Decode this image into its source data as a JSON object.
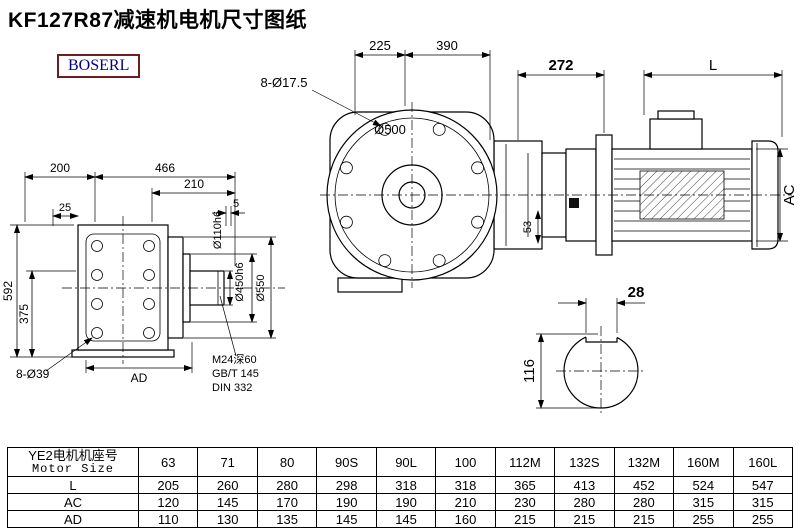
{
  "title": "KF127R87减速机电机尺寸图纸",
  "brand": "BOSERL",
  "drawing": {
    "left_view": {
      "dim_200": "200",
      "dim_466": "466",
      "dim_210": "210",
      "dim_5": "5",
      "dim_25": "25",
      "dim_592": "592",
      "dim_375": "375",
      "holes": "8-Ø39",
      "dim_ad": "AD",
      "shaft_dia": "Ø110h6",
      "spigot_dia": "Ø450h6",
      "flange_dia": "Ø550",
      "tap_note1": "M24深60",
      "tap_note2": "GB/T 145",
      "tap_note3": "DIN 332"
    },
    "front_view": {
      "holes": "8-Ø17.5",
      "dim_225": "225",
      "dim_390": "390",
      "flange_dia": "Ø500",
      "dim_53": "53"
    },
    "motor_view": {
      "dim_272": "272",
      "dim_l": "L",
      "dim_ac": "AC"
    },
    "shaft_section": {
      "key_width": "28",
      "shaft_dia": "116"
    }
  },
  "table": {
    "header": {
      "line1": "YE2电机机座号",
      "line2": "Motor Size"
    },
    "sizes": [
      "63",
      "71",
      "80",
      "90S",
      "90L",
      "100",
      "112M",
      "132S",
      "132M",
      "160M",
      "160L"
    ],
    "rows": [
      {
        "label": "L",
        "values": [
          "205",
          "260",
          "280",
          "298",
          "318",
          "318",
          "365",
          "413",
          "452",
          "524",
          "547"
        ]
      },
      {
        "label": "AC",
        "values": [
          "120",
          "145",
          "170",
          "190",
          "190",
          "210",
          "230",
          "280",
          "280",
          "315",
          "315"
        ]
      },
      {
        "label": "AD",
        "values": [
          "110",
          "130",
          "135",
          "145",
          "145",
          "160",
          "215",
          "215",
          "215",
          "255",
          "255"
        ]
      }
    ]
  }
}
